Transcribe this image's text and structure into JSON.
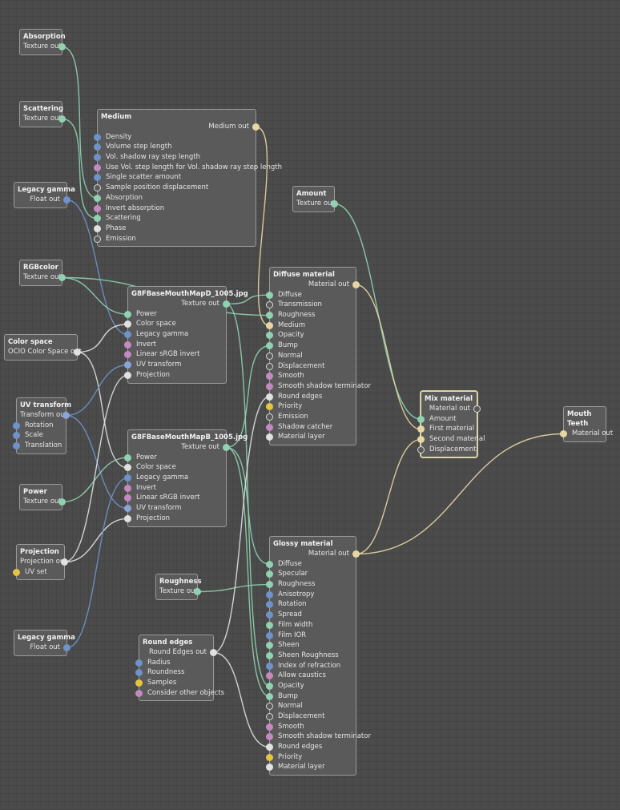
{
  "colors": {
    "texture": "#8fd1b0",
    "float": "#6e92c9",
    "bool": "#c389c0",
    "int": "#e4c440",
    "material": "#e7d6a4",
    "medium": "#e7d6a4",
    "transform": "#8aa4d8",
    "projection": "#e0e0e0",
    "roundedges": "#e0e0e0",
    "enum": "#e0e0e0",
    "empty": "#5a5a5a",
    "wire_texture": "#8fd1b0",
    "wire_float": "#6e92c9",
    "wire_material": "#e7d6a4",
    "wire_white": "#e0e0e0"
  },
  "nodes": [
    {
      "id": "absorption",
      "title": [
        "Absorption"
      ],
      "outputs": [
        {
          "label": "Texture out",
          "type": "texture"
        }
      ],
      "inputs": []
    },
    {
      "id": "scattering",
      "title": [
        "Scattering"
      ],
      "outputs": [
        {
          "label": "Texture out",
          "type": "texture"
        }
      ],
      "inputs": []
    },
    {
      "id": "legacy1",
      "title": [
        "Legacy gamma"
      ],
      "outputs": [
        {
          "label": "Float out",
          "type": "float"
        }
      ],
      "inputs": []
    },
    {
      "id": "medium",
      "title": [
        "Medium"
      ],
      "outputs": [
        {
          "label": "Medium out",
          "type": "medium"
        }
      ],
      "inputs": [
        {
          "label": "Density",
          "type": "float"
        },
        {
          "label": "Volume step length",
          "type": "float"
        },
        {
          "label": "Vol. shadow ray step length",
          "type": "float"
        },
        {
          "label": "Use Vol. step length for Vol. shadow ray step length",
          "type": "bool"
        },
        {
          "label": "Single scatter amount",
          "type": "float"
        },
        {
          "label": "Sample position displacement",
          "type": "empty"
        },
        {
          "label": "Absorption",
          "type": "texture"
        },
        {
          "label": "Invert absorption",
          "type": "bool"
        },
        {
          "label": "Scattering",
          "type": "texture"
        },
        {
          "label": "Phase",
          "type": "enum"
        },
        {
          "label": "Emission",
          "type": "empty"
        }
      ]
    },
    {
      "id": "amount",
      "title": [
        "Amount"
      ],
      "outputs": [
        {
          "label": "Texture out",
          "type": "texture"
        }
      ],
      "inputs": []
    },
    {
      "id": "rgbcolor",
      "title": [
        "RGBcolor"
      ],
      "outputs": [
        {
          "label": "Texture out",
          "type": "texture"
        }
      ],
      "inputs": []
    },
    {
      "id": "img1",
      "title": [
        "G8FBaseMouthMapD_1005.jpg"
      ],
      "outputs": [
        {
          "label": "Texture out",
          "type": "texture"
        }
      ],
      "inputs": [
        {
          "label": "Power",
          "type": "texture"
        },
        {
          "label": "Color space",
          "type": "enum"
        },
        {
          "label": "Legacy gamma",
          "type": "float"
        },
        {
          "label": "Invert",
          "type": "bool"
        },
        {
          "label": "Linear sRGB invert",
          "type": "bool"
        },
        {
          "label": "UV transform",
          "type": "transform"
        },
        {
          "label": "Projection",
          "type": "projection"
        }
      ]
    },
    {
      "id": "diffuse",
      "title": [
        "Diffuse material"
      ],
      "outputs": [
        {
          "label": "Material out",
          "type": "material"
        }
      ],
      "inputs": [
        {
          "label": "Diffuse",
          "type": "texture"
        },
        {
          "label": "Transmission",
          "type": "empty"
        },
        {
          "label": "Roughness",
          "type": "texture"
        },
        {
          "label": "Medium",
          "type": "medium"
        },
        {
          "label": "Opacity",
          "type": "texture"
        },
        {
          "label": "Bump",
          "type": "texture"
        },
        {
          "label": "Normal",
          "type": "empty"
        },
        {
          "label": "Displacement",
          "type": "empty"
        },
        {
          "label": "Smooth",
          "type": "bool"
        },
        {
          "label": "Smooth shadow terminator",
          "type": "bool"
        },
        {
          "label": "Round edges",
          "type": "roundedges"
        },
        {
          "label": "Priority",
          "type": "int"
        },
        {
          "label": "Emission",
          "type": "empty"
        },
        {
          "label": "Shadow catcher",
          "type": "bool"
        },
        {
          "label": "Material layer",
          "type": "roundedges"
        }
      ]
    },
    {
      "id": "colorspace",
      "title": [
        "Color space"
      ],
      "outputs": [
        {
          "label": "OCIO Color Space out",
          "type": "enum"
        }
      ],
      "inputs": []
    },
    {
      "id": "uvtransform",
      "title": [
        "UV transform"
      ],
      "outputs": [
        {
          "label": "Transform out",
          "type": "transform"
        }
      ],
      "inputs": [
        {
          "label": "Rotation",
          "type": "float"
        },
        {
          "label": "Scale",
          "type": "float"
        },
        {
          "label": "Translation",
          "type": "float"
        }
      ]
    },
    {
      "id": "mix",
      "title": [
        "Mix material"
      ],
      "outputs": [
        {
          "label": "Material out",
          "type": "empty"
        }
      ],
      "inputs": [
        {
          "label": "Amount",
          "type": "texture"
        },
        {
          "label": "First material",
          "type": "material"
        },
        {
          "label": "Second material",
          "type": "material"
        },
        {
          "label": "Displacement",
          "type": "empty"
        }
      ]
    },
    {
      "id": "mouth",
      "title": [
        "Mouth",
        "Teeth"
      ],
      "outputs": [],
      "inputs": [
        {
          "label": "Material out",
          "type": "material"
        }
      ]
    },
    {
      "id": "img2",
      "title": [
        "G8FBaseMouthMapB_1005.jpg"
      ],
      "outputs": [
        {
          "label": "Texture out",
          "type": "texture"
        }
      ],
      "inputs": [
        {
          "label": "Power",
          "type": "texture"
        },
        {
          "label": "Color space",
          "type": "enum"
        },
        {
          "label": "Legacy gamma",
          "type": "float"
        },
        {
          "label": "Invert",
          "type": "bool"
        },
        {
          "label": "Linear sRGB invert",
          "type": "bool"
        },
        {
          "label": "UV transform",
          "type": "transform"
        },
        {
          "label": "Projection",
          "type": "projection"
        }
      ]
    },
    {
      "id": "power",
      "title": [
        "Power"
      ],
      "outputs": [
        {
          "label": "Texture out",
          "type": "texture"
        }
      ],
      "inputs": []
    },
    {
      "id": "projection",
      "title": [
        "Projection"
      ],
      "outputs": [
        {
          "label": "Projection out",
          "type": "projection"
        }
      ],
      "inputs": [
        {
          "label": "UV set",
          "type": "int"
        }
      ]
    },
    {
      "id": "glossy",
      "title": [
        "Glossy material"
      ],
      "outputs": [
        {
          "label": "Material out",
          "type": "material"
        }
      ],
      "inputs": [
        {
          "label": "Diffuse",
          "type": "texture"
        },
        {
          "label": "Specular",
          "type": "texture"
        },
        {
          "label": "Roughness",
          "type": "texture"
        },
        {
          "label": "Anisotropy",
          "type": "float"
        },
        {
          "label": "Rotation",
          "type": "float"
        },
        {
          "label": "Spread",
          "type": "float"
        },
        {
          "label": "Film width",
          "type": "texture"
        },
        {
          "label": "Film IOR",
          "type": "float"
        },
        {
          "label": "Sheen",
          "type": "texture"
        },
        {
          "label": "Sheen Roughness",
          "type": "texture"
        },
        {
          "label": "Index of refraction",
          "type": "float"
        },
        {
          "label": "Allow caustics",
          "type": "bool"
        },
        {
          "label": "Opacity",
          "type": "texture"
        },
        {
          "label": "Bump",
          "type": "texture"
        },
        {
          "label": "Normal",
          "type": "empty"
        },
        {
          "label": "Displacement",
          "type": "empty"
        },
        {
          "label": "Smooth",
          "type": "bool"
        },
        {
          "label": "Smooth shadow terminator",
          "type": "bool"
        },
        {
          "label": "Round edges",
          "type": "roundedges"
        },
        {
          "label": "Priority",
          "type": "int"
        },
        {
          "label": "Material layer",
          "type": "roundedges"
        }
      ]
    },
    {
      "id": "roughness",
      "title": [
        "Roughness"
      ],
      "outputs": [
        {
          "label": "Texture out",
          "type": "texture"
        }
      ],
      "inputs": []
    },
    {
      "id": "legacy2",
      "title": [
        "Legacy gamma"
      ],
      "outputs": [
        {
          "label": "Float out",
          "type": "float"
        }
      ],
      "inputs": []
    },
    {
      "id": "roundedges",
      "title": [
        "Round edges"
      ],
      "outputs": [
        {
          "label": "Round Edges out",
          "type": "roundedges"
        }
      ],
      "inputs": [
        {
          "label": "Radius",
          "type": "float"
        },
        {
          "label": "Roundness",
          "type": "float"
        },
        {
          "label": "Samples",
          "type": "int"
        },
        {
          "label": "Consider other objects",
          "type": "bool"
        }
      ]
    }
  ],
  "links": [
    {
      "from": "absorption",
      "to": "medium",
      "input": 6,
      "type": "texture"
    },
    {
      "from": "scattering",
      "to": "medium",
      "input": 8,
      "type": "texture"
    },
    {
      "from": "legacy1",
      "to": "img1",
      "input": 2,
      "type": "float"
    },
    {
      "from": "medium",
      "to": "diffuse",
      "input": 3,
      "type": "material"
    },
    {
      "from": "amount",
      "to": "mix",
      "input": 0,
      "type": "texture"
    },
    {
      "from": "rgbcolor",
      "to": "img1",
      "input": 0,
      "type": "texture"
    },
    {
      "from": "rgbcolor",
      "to": "diffuse",
      "input": 2,
      "type": "texture"
    },
    {
      "from": "img1",
      "to": "diffuse",
      "input": 0,
      "type": "texture"
    },
    {
      "from": "img1",
      "to": "glossy",
      "input": 12,
      "type": "texture"
    },
    {
      "from": "img2",
      "to": "diffuse",
      "input": 5,
      "type": "texture"
    },
    {
      "from": "img2",
      "to": "glossy",
      "input": 0,
      "type": "texture"
    },
    {
      "from": "img2",
      "to": "glossy",
      "input": 13,
      "type": "texture"
    },
    {
      "from": "colorspace",
      "to": "img1",
      "input": 1,
      "type": "white"
    },
    {
      "from": "colorspace",
      "to": "img2",
      "input": 1,
      "type": "white"
    },
    {
      "from": "uvtransform",
      "to": "img1",
      "input": 5,
      "type": "float"
    },
    {
      "from": "uvtransform",
      "to": "img2",
      "input": 5,
      "type": "float"
    },
    {
      "from": "power",
      "to": "img2",
      "input": 0,
      "type": "texture"
    },
    {
      "from": "projection",
      "to": "img1",
      "input": 6,
      "type": "white"
    },
    {
      "from": "projection",
      "to": "img2",
      "input": 6,
      "type": "white"
    },
    {
      "from": "legacy2",
      "to": "img2",
      "input": 2,
      "type": "float"
    },
    {
      "from": "roughness",
      "to": "glossy",
      "input": 2,
      "type": "texture"
    },
    {
      "from": "roundedges",
      "to": "diffuse",
      "input": 10,
      "type": "white"
    },
    {
      "from": "roundedges",
      "to": "glossy",
      "input": 18,
      "type": "white"
    },
    {
      "from": "diffuse",
      "to": "mix",
      "input": 1,
      "type": "material"
    },
    {
      "from": "glossy",
      "to": "mix",
      "input": 2,
      "type": "material"
    },
    {
      "from": "glossy",
      "to": "mouth",
      "input": 0,
      "type": "material"
    }
  ]
}
